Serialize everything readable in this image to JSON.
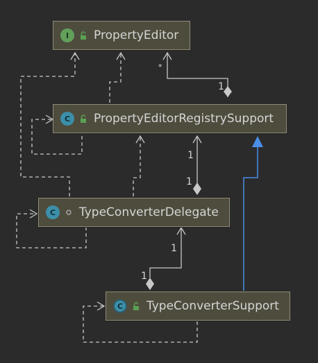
{
  "nodes": {
    "property_editor": {
      "name": "PropertyEditor",
      "kind": "I",
      "visibility": "public"
    },
    "registry_support": {
      "name": "PropertyEditorRegistrySupport",
      "kind": "C",
      "visibility": "public"
    },
    "delegate": {
      "name": "TypeConverterDelegate",
      "kind": "C",
      "visibility": "package"
    },
    "support": {
      "name": "TypeConverterSupport",
      "kind": "C",
      "visibility": "public"
    }
  },
  "multiplicities": {
    "registry_to_editor_target": "*",
    "registry_to_editor_source": "1",
    "delegate_to_registry_target": "1",
    "delegate_to_registry_source": "1",
    "support_to_delegate_target": "1",
    "support_to_delegate_source": "1"
  },
  "colors": {
    "background": "#2b2b2b",
    "node_fill": "#4e4c3d",
    "node_border": "#8f8c78",
    "edge": "#c8c8c8",
    "inheritance": "#4a8ee8"
  }
}
